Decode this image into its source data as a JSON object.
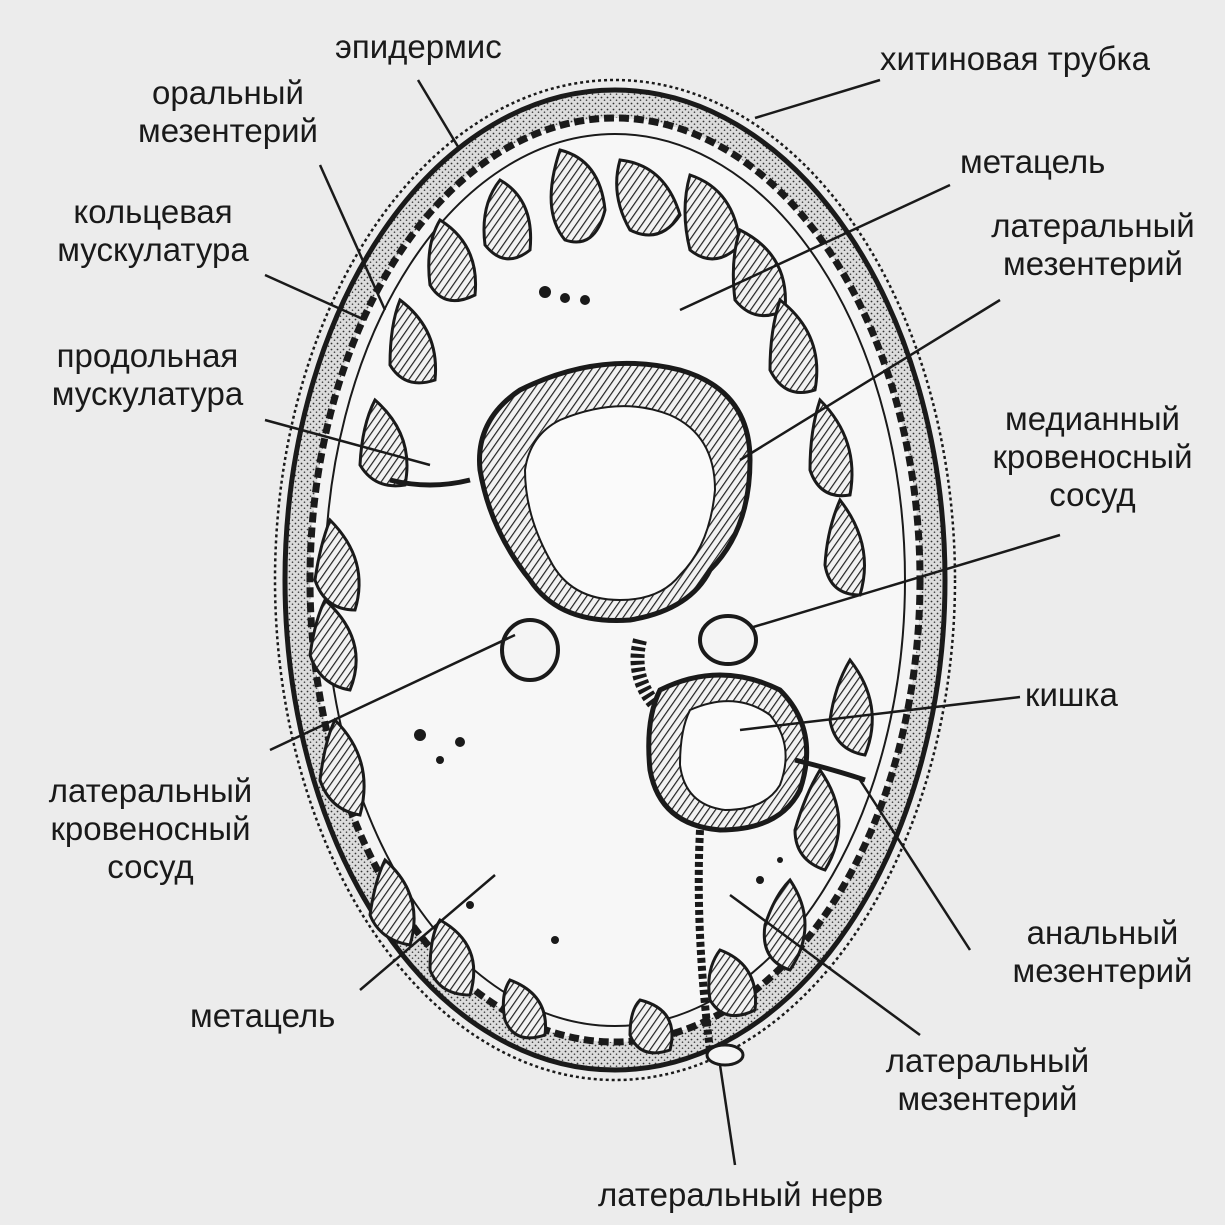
{
  "labels": {
    "epidermis": "эпидермис",
    "chitin_tube": "хитиновая трубка",
    "oral_mesentery": [
      "оральный",
      "мезентерий"
    ],
    "metacoel_top": "метацель",
    "ring_muscle": [
      "кольцевая",
      "мускулатура"
    ],
    "lateral_mesentery_top": [
      "латеральный",
      "мезентерий"
    ],
    "longitudinal_muscle": [
      "продольная",
      "мускулатура"
    ],
    "median_vessel": [
      "медианный",
      "кровеносный",
      "сосуд"
    ],
    "intestine": "кишка",
    "lateral_vessel": [
      "латеральный",
      "кровеносный",
      "сосуд"
    ],
    "anal_mesentery": [
      "анальный",
      "мезентерий"
    ],
    "metacoel_bottom": "метацель",
    "lateral_mesentery_bottom": [
      "латеральный",
      "мезентерий"
    ],
    "lateral_nerve": "латеральный нерв"
  },
  "colors": {
    "ink": "#1a1a1a",
    "paper": "#ececec",
    "band": "#bdbdbd"
  }
}
